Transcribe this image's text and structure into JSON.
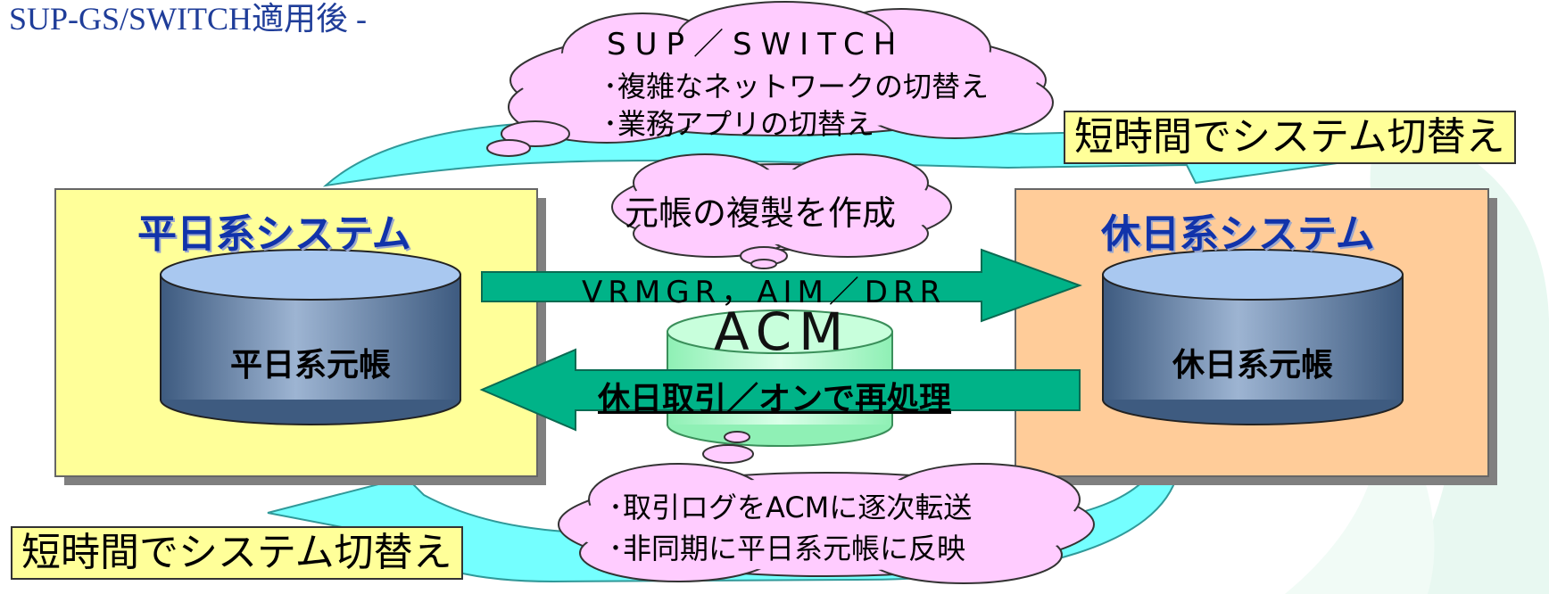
{
  "title": "SUP-GS/SWITCH適用後 -",
  "top_cloud": {
    "heading": "SUP／SWITCH",
    "line1": "･複雑なネットワークの切替え",
    "line2": "･業務アプリの切替え"
  },
  "middle_cloud": {
    "text": "元帳の複製を作成"
  },
  "bottom_cloud": {
    "line1": "･取引ログをACMに逐次転送",
    "line2": "･非同期に平日系元帳に反映"
  },
  "switch_label_top": "短時間でシステム切替え",
  "switch_label_bottom": "短時間でシステム切替え",
  "weekday": {
    "title": "平日系システム",
    "db": "平日系元帳"
  },
  "holiday": {
    "title": "休日系システム",
    "db": "休日系元帳"
  },
  "arrow_right_label": "VRMGR，AIM／DRR",
  "arrow_left_label": "休日取引／オンで再処理",
  "acm_label": "ACM",
  "colors": {
    "weekday_box": "#ffff99",
    "holiday_box": "#ffcc99",
    "arrow": "#00b388",
    "cloud": "#ffccff",
    "curve_arrow": "#66ffff",
    "db_body": "#7f98b8",
    "acm_db": "#b3ffcc"
  }
}
